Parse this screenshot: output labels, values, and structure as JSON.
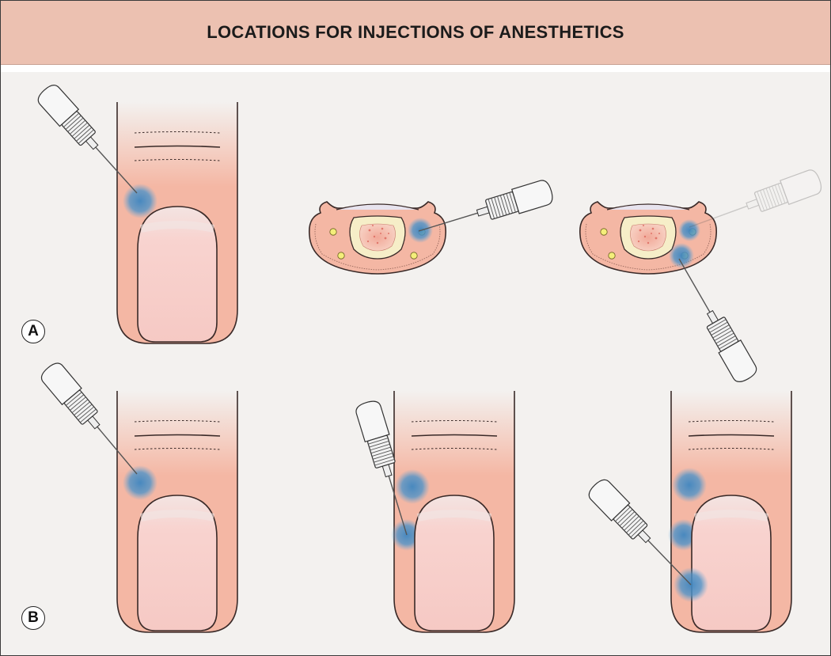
{
  "title": "LOCATIONS FOR INJECTIONS OF ANESTHETICS",
  "panels": {
    "a": {
      "label": "A"
    },
    "b": {
      "label": "B"
    }
  },
  "colors": {
    "header_bg": "#ecc1b1",
    "background": "#f3f1ef",
    "skin": "#f4b7a4",
    "nail": "#f7cfc8",
    "anesthetic_bleb": "#4a8fc4",
    "nerve": "#f4ee7a",
    "bone": "#f6eec8",
    "marrow": "#e88e82"
  }
}
